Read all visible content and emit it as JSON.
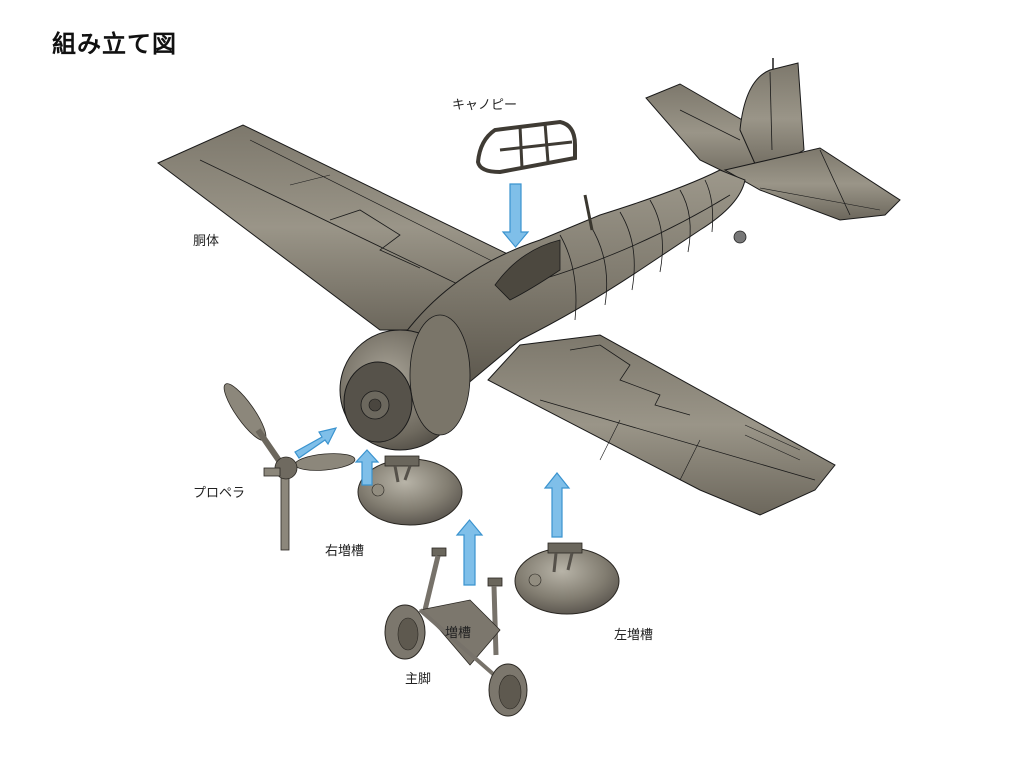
{
  "title": "組み立て図",
  "labels": {
    "canopy": "キャノピー",
    "fuselage": "胴体",
    "propeller": "プロペラ",
    "right_drop_tank": "右増槽",
    "drop_tank": "増槽",
    "main_gear": "主脚",
    "left_drop_tank": "左増槽"
  },
  "colors": {
    "arrow_fill": "#7fbfe9",
    "arrow_stroke": "#3a93cf",
    "part_fill": "#8a8476",
    "part_light": "#a8a396",
    "part_dark": "#5e594f",
    "panel_line": "#1a1a1a"
  }
}
